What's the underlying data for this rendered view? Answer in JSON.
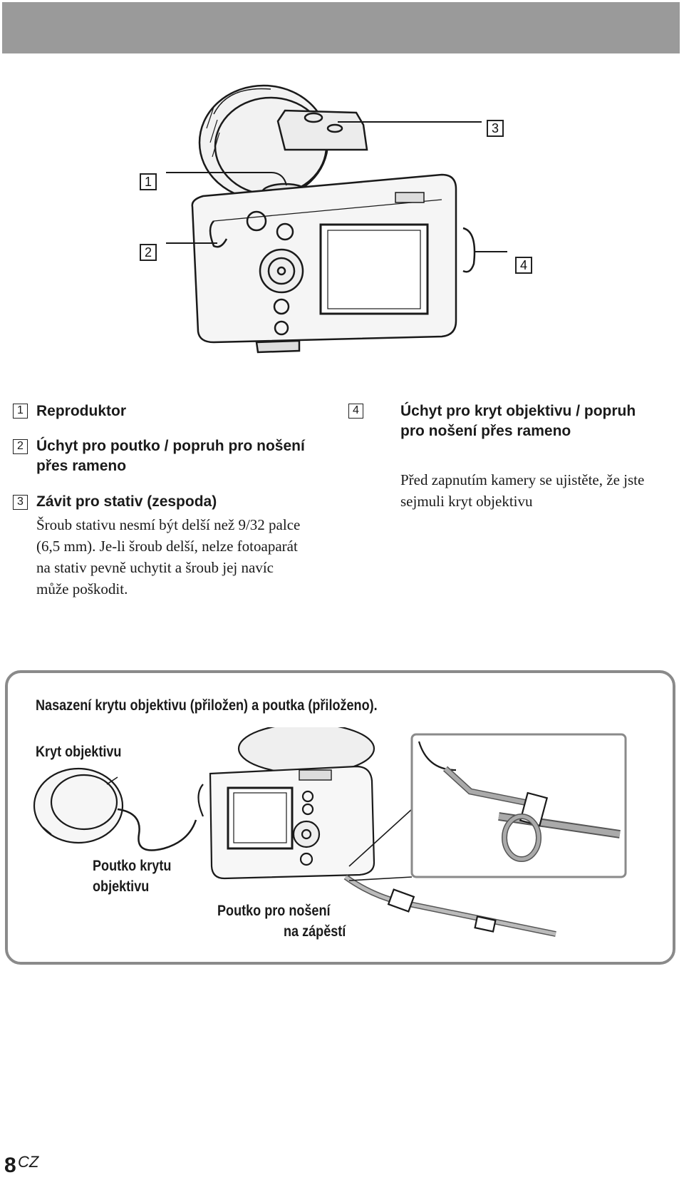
{
  "callouts": [
    "1",
    "2",
    "3",
    "4"
  ],
  "items": [
    {
      "num": "1",
      "title": "Reproduktor"
    },
    {
      "num": "2",
      "title": "Úchyt pro poutko / popruh pro nošení přes rameno"
    },
    {
      "num": "3",
      "title": "Závit pro stativ (zespoda)",
      "body": "Šroub stativu nesmí být delší než 9/32 palce (6,5 mm). Je-li šroub delší, nelze fotoaparát na stativ pevně uchytit a šroub jej navíc může poškodit."
    },
    {
      "num": "4",
      "title": "Úchyt pro kryt objektivu / popruh pro nošení přes rameno",
      "body": "Před zapnutím kamery se ujistěte, že jste sejmuli kryt objektivu"
    }
  ],
  "panel": {
    "heading": "Nasazení  krytu  objektivu  (přiložen)  a  poutka  (přiloženo).",
    "lens_cap_label": "Kryt  objektivu",
    "cap_strap_label_1": "Poutko  krytu",
    "cap_strap_label_2": "objektivu",
    "wrist_strap_label_1": "Poutko  pro  nošení",
    "wrist_strap_label_2": "na  zápěstí"
  },
  "footer": {
    "page_number": "8",
    "lang": "CZ"
  },
  "colors": {
    "header_bar": "#9a9a9a",
    "panel_border": "#8a8a8a",
    "line_art": "#1a1a1a"
  }
}
